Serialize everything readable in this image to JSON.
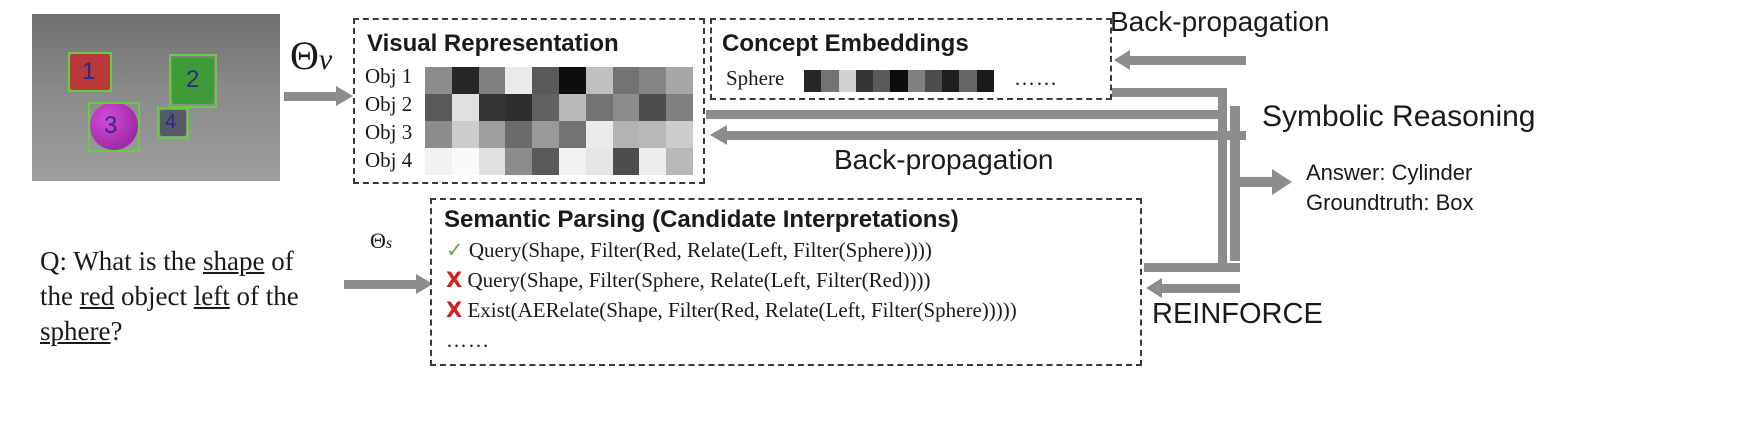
{
  "scene": {
    "box_labels": [
      "1",
      "2",
      "3",
      "4"
    ]
  },
  "theta_v": "Θ",
  "theta_v_sub": "v",
  "theta_s": "Θ",
  "theta_s_sub": "s",
  "visual": {
    "title": "Visual Representation",
    "objects": [
      "Obj 1",
      "Obj 2",
      "Obj 3",
      "Obj 4"
    ],
    "matrix": [
      [
        0.55,
        0.15,
        0.5,
        0.92,
        0.35,
        0.05,
        0.75,
        0.45,
        0.52,
        0.65
      ],
      [
        0.35,
        0.88,
        0.2,
        0.18,
        0.38,
        0.72,
        0.45,
        0.55,
        0.3,
        0.5
      ],
      [
        0.55,
        0.8,
        0.62,
        0.42,
        0.6,
        0.45,
        0.92,
        0.7,
        0.72,
        0.8
      ],
      [
        0.95,
        0.98,
        0.88,
        0.55,
        0.35,
        0.95,
        0.9,
        0.3,
        0.93,
        0.72
      ]
    ]
  },
  "concept": {
    "title": "Concept Embeddings",
    "label": "Sphere",
    "values": [
      0.15,
      0.45,
      0.82,
      0.2,
      0.35,
      0.05,
      0.5,
      0.3,
      0.12,
      0.4,
      0.1
    ],
    "ellipsis": "……"
  },
  "arrows": {
    "backprop_top": "Back-propagation",
    "backprop_mid": "Back-propagation",
    "reinforce": "REINFORCE"
  },
  "reasoning": {
    "title": "Symbolic Reasoning",
    "answer": "Answer: Cylinder",
    "groundtruth": "Groundtruth: Box"
  },
  "semantic": {
    "title": "Semantic Parsing (Candidate Interpretations)",
    "check_mark": "✓",
    "cross_mark": "X",
    "programs": [
      "Query(Shape, Filter(Red, Relate(Left, Filter(Sphere))))",
      "Query(Shape, Filter(Sphere, Relate(Left, Filter(Red))))",
      "Exist(AERelate(Shape, Filter(Red, Relate(Left, Filter(Sphere)))))"
    ],
    "ellipsis": "……"
  },
  "question": {
    "p1": "Q: What is the ",
    "w1": "shape",
    "p2": " of",
    "p3": "the ",
    "w2": "red",
    "p4": " object ",
    "w3": "left",
    "p5": " of the",
    "w4": "sphere",
    "p6": "?"
  }
}
